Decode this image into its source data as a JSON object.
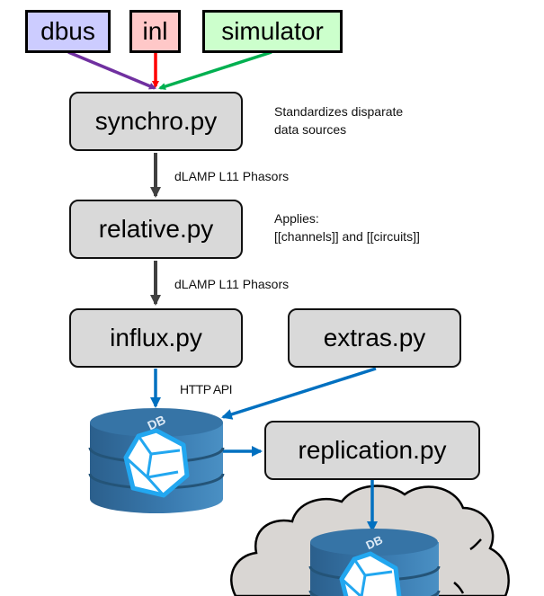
{
  "sources": [
    {
      "label": "dbus",
      "color": "#ccccff",
      "edge_color": "#7030a0"
    },
    {
      "label": "inl",
      "color": "#ffc8c8",
      "edge_color": "#ff0000"
    },
    {
      "label": "simulator",
      "color": "#ccffcc",
      "edge_color": "#00b050"
    }
  ],
  "processes": {
    "synchro": "synchro.py",
    "relative": "relative.py",
    "influx": "influx.py",
    "extras": "extras.py",
    "replication": "replication.py"
  },
  "notes": {
    "synchro_line1": "Standardizes disparate",
    "synchro_line2": "data sources",
    "relative_line1": "Applies:",
    "relative_line2": "[[channels]] and [[circuits]]"
  },
  "edge_labels": {
    "synchro_to_relative": "dLAMP L11 Phasors",
    "relative_to_influx": "dLAMP L11 Phasors",
    "influx_to_db": "HTTP API"
  },
  "database": {
    "label": "DB",
    "icon": "influxdb-cube-icon"
  },
  "colors": {
    "process_fill": "#d9d9d9",
    "dark_arrow": "#404040",
    "blue_arrow": "#0070c0",
    "db_body": "#2e6b9a",
    "db_logo": "#22a7f0",
    "cloud_fill": "#d9d6d3"
  }
}
